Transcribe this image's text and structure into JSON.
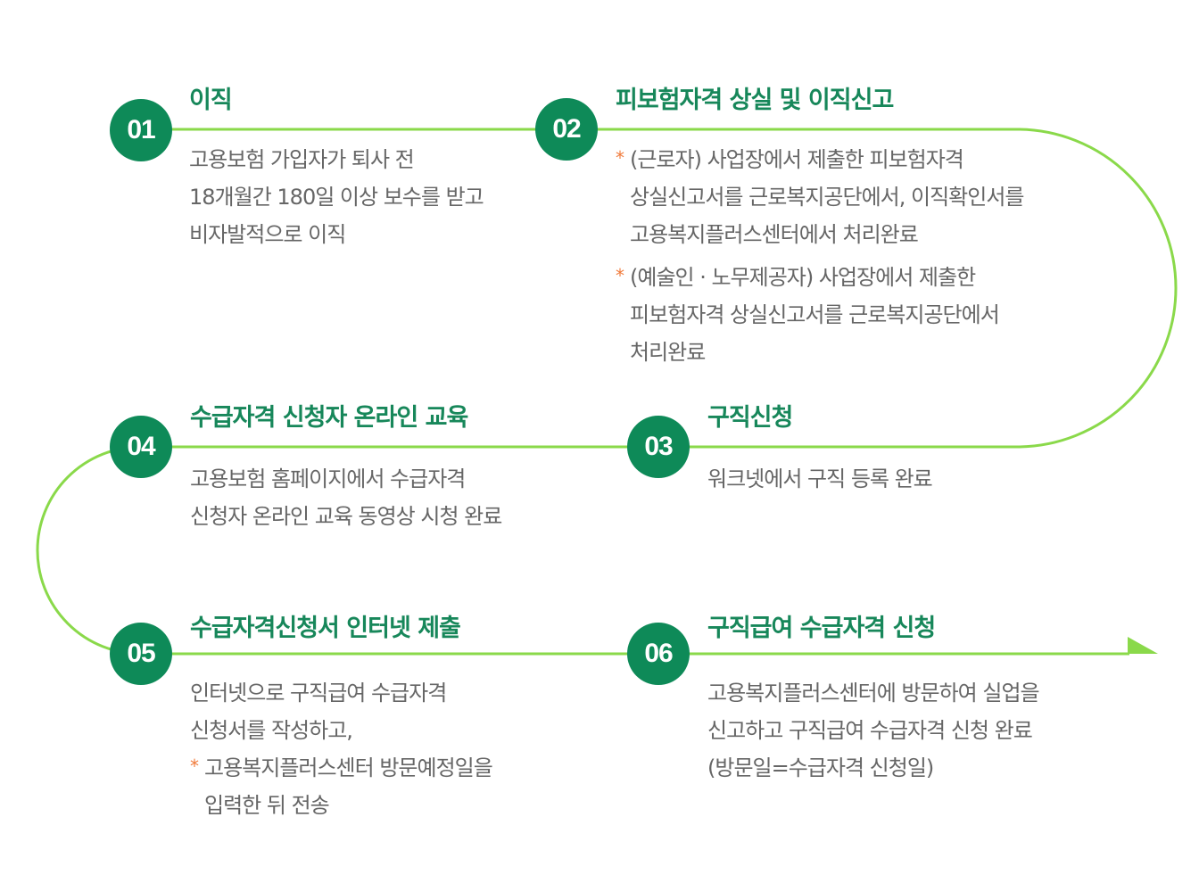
{
  "colors": {
    "line": "#8ad94a",
    "badge": "#0e8a58",
    "title": "#17875a",
    "text": "#666666",
    "asterisk": "#f07a3a"
  },
  "steps": [
    {
      "num": "01",
      "title": "이직",
      "lines": [
        "고용보험 가입자가 퇴사 전",
        "18개월간 180일 이상 보수를 받고",
        "비자발적으로 이직"
      ]
    },
    {
      "num": "02",
      "title": "피보험자격 상실 및 이직신고",
      "notes": [
        {
          "mark": "*",
          "lines": [
            "(근로자) 사업장에서 제출한 피보험자격",
            "상실신고서를 근로복지공단에서, 이직확인서를",
            "고용복지플러스센터에서 처리완료"
          ]
        },
        {
          "mark": "*",
          "lines": [
            "(예술인 · 노무제공자) 사업장에서 제출한",
            "피보험자격 상실신고서를 근로복지공단에서",
            "처리완료"
          ]
        }
      ]
    },
    {
      "num": "03",
      "title": "구직신청",
      "lines": [
        "워크넷에서 구직 등록 완료"
      ]
    },
    {
      "num": "04",
      "title": "수급자격 신청자 온라인 교육",
      "lines": [
        "고용보험 홈페이지에서 수급자격",
        "신청자 온라인 교육 동영상 시청 완료"
      ]
    },
    {
      "num": "05",
      "title": "수급자격신청서 인터넷 제출",
      "lines": [
        "인터넷으로 구직급여 수급자격",
        "신청서를 작성하고,"
      ],
      "notes": [
        {
          "mark": "*",
          "lines": [
            "고용복지플러스센터 방문예정일을",
            "입력한 뒤 전송"
          ]
        }
      ]
    },
    {
      "num": "06",
      "title": "구직급여 수급자격 신청",
      "lines": [
        "고용복지플러스센터에 방문하여 실업을",
        "신고하고 구직급여 수급자격 신청 완료",
        "(방문일=수급자격 신청일)"
      ]
    }
  ]
}
